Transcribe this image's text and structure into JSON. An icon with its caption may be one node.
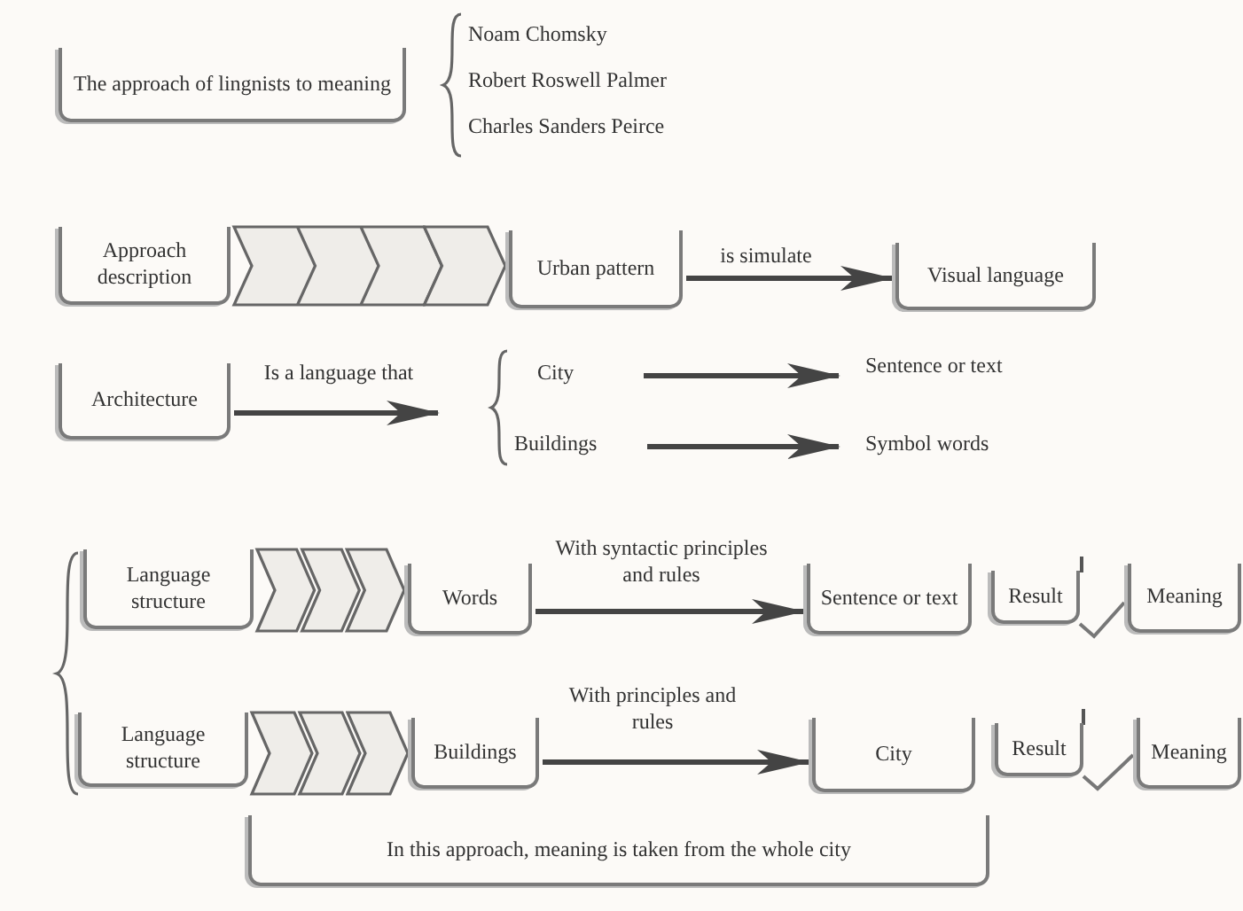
{
  "diagram": {
    "nodes": [
      {
        "text": [
          "The approach of lingnists to meaning"
        ]
      },
      {
        "text": [
          "Approach description"
        ]
      },
      {
        "text": [
          "Urban pattern"
        ]
      },
      {
        "text": [
          "Visual language"
        ]
      },
      {
        "text": [
          "Architecture"
        ]
      },
      {
        "text": [
          "City"
        ]
      },
      {
        "text": [
          "Buildings"
        ]
      },
      {
        "text": [
          "Sentence or text"
        ]
      },
      {
        "text": [
          "Symbol words"
        ]
      },
      {
        "text": [
          "Language structure"
        ]
      },
      {
        "text": [
          "Words"
        ]
      },
      {
        "text": [
          "Sentence or text"
        ]
      },
      {
        "text": [
          "Result"
        ]
      },
      {
        "text": [
          "Meaning"
        ]
      },
      {
        "text": [
          "Language structure"
        ]
      },
      {
        "text": [
          "Buildings"
        ]
      },
      {
        "text": [
          "City"
        ]
      },
      {
        "text": [
          "Result"
        ]
      },
      {
        "text": [
          "Meaning"
        ]
      },
      {
        "text": [
          "In this approach, meaning is taken from the whole city"
        ]
      }
    ],
    "edges": [
      {
        "from": 1,
        "to": 2,
        "arrow": "to"
      },
      {
        "from": 2,
        "to": 3,
        "arrow": "to",
        "label": "is simulate"
      },
      {
        "from": 4,
        "to": null,
        "arrow": "to",
        "label": "Is a language that"
      },
      {
        "from": 5,
        "to": 7,
        "arrow": "to"
      },
      {
        "from": 6,
        "to": 8,
        "arrow": "to"
      },
      {
        "from": 9,
        "to": 10,
        "arrow": "to"
      },
      {
        "from": 10,
        "to": 11,
        "arrow": "to",
        "label": "With syntactic principles and rules"
      },
      {
        "from": 12,
        "to": 13,
        "arrow": "none"
      },
      {
        "from": 14,
        "to": 15,
        "arrow": "to"
      },
      {
        "from": 15,
        "to": 16,
        "arrow": "to",
        "label": "With principles and rules"
      },
      {
        "from": 17,
        "to": 18,
        "arrow": "none"
      }
    ],
    "labels": [
      "Noam Chomsky",
      "Robert Roswell Palmer",
      "Charles Sanders Peirce"
    ]
  }
}
